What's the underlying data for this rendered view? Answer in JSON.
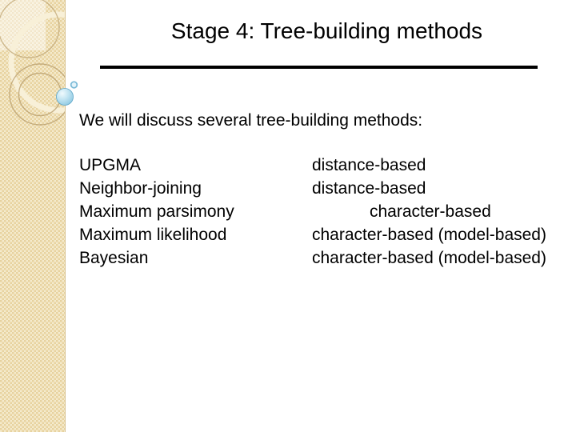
{
  "slide": {
    "title": "Stage 4: Tree-building methods",
    "intro": "We will discuss several tree-building methods:",
    "methods": [
      {
        "name": "UPGMA",
        "category": "distance-based"
      },
      {
        "name": "Neighbor-joining",
        "category": "distance-based"
      },
      {
        "name": "Maximum parsimony",
        "category": "character-based"
      },
      {
        "name": "Maximum likelihood",
        "category": "character-based (model-based)"
      },
      {
        "name": "Bayesian",
        "category": "character-based (model-based)"
      }
    ]
  },
  "theme": {
    "text_color": "#000000",
    "background_color": "#ffffff",
    "underline_color": "#000000",
    "band_base_color": "#e7d2a0",
    "band_checker_light": "#f4ebcd",
    "band_edge_color": "#d8c493",
    "ring_cream_color": "#f8f0d8",
    "ring_outline_color": "#c2a978",
    "bubble_blue_color": "#9bd0e6"
  }
}
